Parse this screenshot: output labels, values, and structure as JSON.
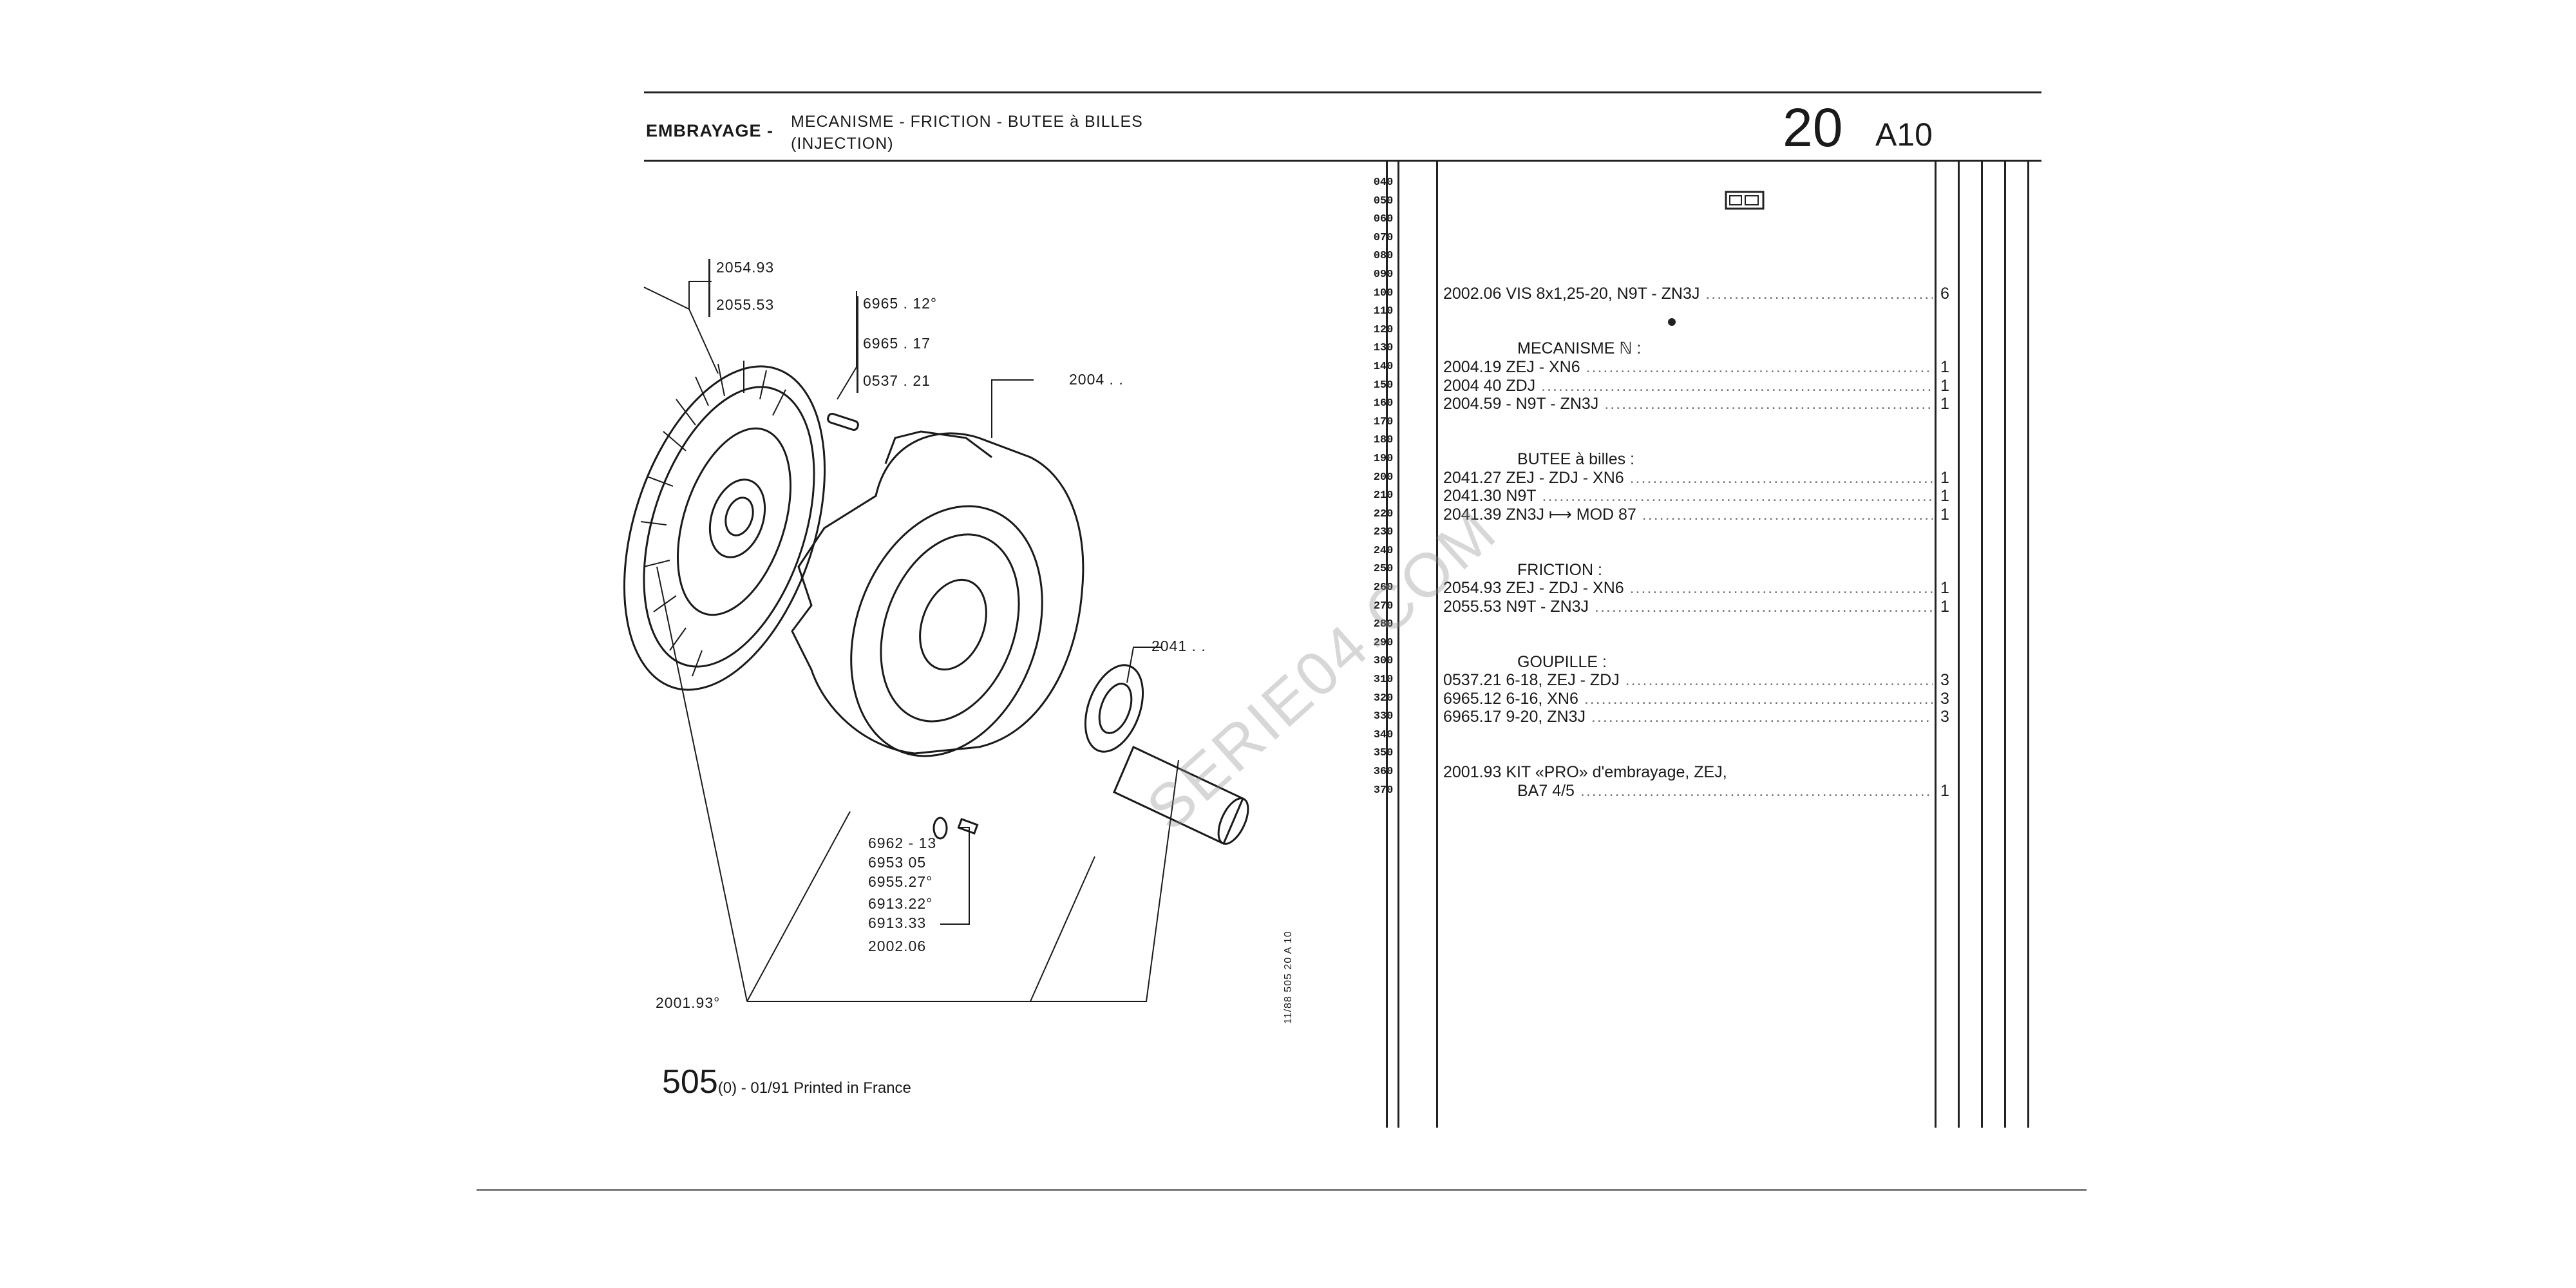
{
  "header": {
    "section": "EMBRAYAGE -",
    "subtitle_line1": "MECANISME - FRICTION - BUTEE à BILLES",
    "subtitle_line2": "(INJECTION)",
    "group": "20",
    "page": "A10"
  },
  "ref_numbers": [
    "040",
    "050",
    "060",
    "070",
    "080",
    "090",
    "100",
    "110",
    "120",
    "130",
    "140",
    "150",
    "160",
    "170",
    "180",
    "190",
    "200",
    "210",
    "220",
    "230",
    "240",
    "250",
    "260",
    "270",
    "280",
    "290",
    "300",
    "310",
    "320",
    "330",
    "340",
    "350",
    "360",
    "370"
  ],
  "parts_rows": [
    {
      "ref_index": 6,
      "text": "2002.06  VIS 8x1,25-20, N9T - ZN3J",
      "qty": "6"
    },
    {
      "ref_index": 9,
      "text": "MECANISME  ℕ :",
      "qty": "",
      "indent": true
    },
    {
      "ref_index": 10,
      "text": "2004.19   ZEJ - XN6",
      "qty": "1"
    },
    {
      "ref_index": 11,
      "text": "2004 40   ZDJ",
      "qty": "1"
    },
    {
      "ref_index": 12,
      "text": "2004.59   - N9T - ZN3J",
      "qty": "1"
    },
    {
      "ref_index": 15,
      "text": "BUTEE à billes :",
      "qty": "",
      "indent": true
    },
    {
      "ref_index": 16,
      "text": "2041.27   ZEJ - ZDJ - XN6",
      "qty": "1"
    },
    {
      "ref_index": 17,
      "text": "2041.30   N9T",
      "qty": "1"
    },
    {
      "ref_index": 18,
      "text": "2041.39   ZN3J ⟼ MOD 87",
      "qty": "1"
    },
    {
      "ref_index": 21,
      "text": "FRICTION :",
      "qty": "",
      "indent": true
    },
    {
      "ref_index": 22,
      "text": "2054.93   ZEJ - ZDJ - XN6",
      "qty": "1"
    },
    {
      "ref_index": 23,
      "text": "2055.53   N9T - ZN3J",
      "qty": "1"
    },
    {
      "ref_index": 26,
      "text": "GOUPILLE :",
      "qty": "",
      "indent": true
    },
    {
      "ref_index": 27,
      "text": "0537.21   6-18, ZEJ - ZDJ",
      "qty": "3"
    },
    {
      "ref_index": 28,
      "text": "6965.12   6-16, XN6",
      "qty": "3"
    },
    {
      "ref_index": 29,
      "text": "6965.17   9-20, ZN3J",
      "qty": "3"
    },
    {
      "ref_index": 32,
      "text": "2001.93  KIT «PRO» d'embrayage, ZEJ,",
      "qty": ""
    },
    {
      "ref_index": 33,
      "text": "BA7 4/5",
      "qty": "1",
      "indent": true
    }
  ],
  "callouts": {
    "c1": "2054.93",
    "c2": "2055.53",
    "c3": "6965 . 12°",
    "c4": "6965 . 17",
    "c5": "0537 . 21",
    "c6": "2004 . .",
    "c7": "2041 . .",
    "c8": "6962 - 13",
    "c9": "6953 05",
    "c10": "6955.27°",
    "c11": "6913.22°",
    "c12": "6913.33",
    "c13": "2002.06",
    "c14": "2001.93°"
  },
  "vertical_code": "11/88   505   20 A 10",
  "footer": {
    "model": "505",
    "edition": "(0) - 01/91 Printed in France"
  },
  "watermark": "SERIE04.COM"
}
